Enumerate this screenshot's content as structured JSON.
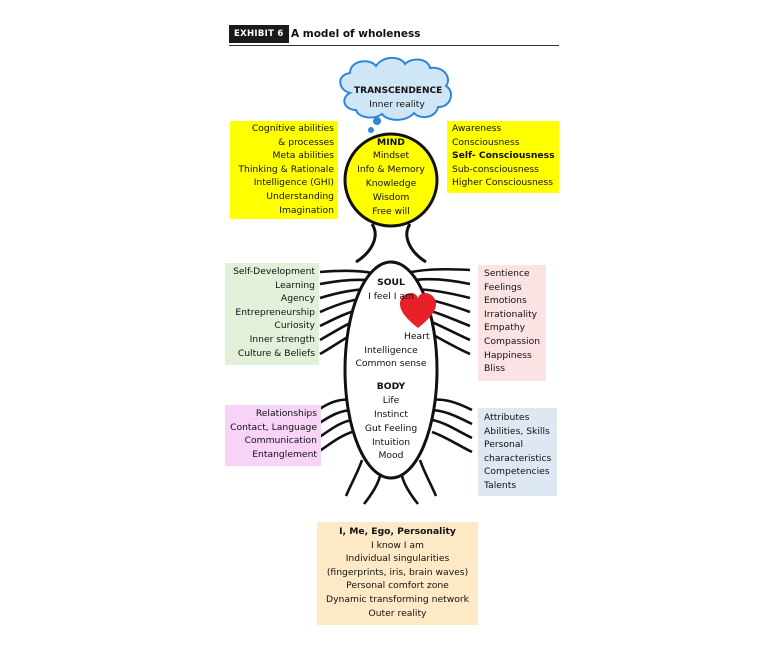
{
  "exhibit": {
    "tag": "EXHIBIT 6",
    "title": "A model of wholeness"
  },
  "cloud": {
    "title": "TRANSCENDENCE",
    "subtitle": "Inner reality"
  },
  "mind": {
    "title": "MIND",
    "items": [
      "Mindset",
      "Info & Memory",
      "Knowledge",
      "Wisdom",
      "Free will"
    ]
  },
  "mind_left": {
    "items": [
      "Cognitive abilities",
      "& processes",
      "Meta abilities",
      "Thinking & Rationale",
      "Intelligence (GHI)",
      "Understanding",
      "Imagination"
    ]
  },
  "mind_right": {
    "items": [
      "Awareness",
      "Consciousness",
      "Self- Consciousness",
      "Sub-consciousness",
      "Higher Consciousness"
    ]
  },
  "soul": {
    "title": "SOUL",
    "subtitle": "I feel I am",
    "items": [
      "Heart",
      "Intelligence",
      "Common sense"
    ]
  },
  "soul_left": {
    "items": [
      "Self-Development",
      "Learning",
      "Agency",
      "Entrepreneurship",
      "Curiosity",
      "Inner strength",
      "Culture  & Beliefs"
    ]
  },
  "soul_right": {
    "items": [
      "Sentience",
      "Feelings",
      "Emotions",
      "Irrationality",
      "Empathy",
      "Compassion",
      "Happiness",
      "Bliss"
    ]
  },
  "body": {
    "title": "BODY",
    "items": [
      "Life",
      "Instinct",
      "Gut Feeling",
      "Intuition",
      "Mood"
    ]
  },
  "body_left": {
    "items": [
      "Relationships",
      "Contact, Language",
      "Communication",
      "Entanglement"
    ]
  },
  "body_right": {
    "items": [
      "Attributes",
      "Abilities, Skills",
      "Personal",
      "characteristics",
      "Competencies",
      "Talents"
    ]
  },
  "ego": {
    "title": "I, Me, Ego, Personality",
    "items": [
      "I know I am",
      "Individual singularities",
      "(fingerprints, iris, brain waves)",
      "Personal comfort zone",
      "Dynamic transforming network",
      "Outer reality"
    ]
  },
  "colors": {
    "mind": "#ffff00",
    "soul_left": "#e2efd9",
    "soul_right": "#fbe3e3",
    "body_left": "#f7d3f7",
    "body_right": "#dde8f2",
    "ego": "#fde9c6",
    "heart": "#e8202a",
    "cloud": "#cfe6f7"
  }
}
